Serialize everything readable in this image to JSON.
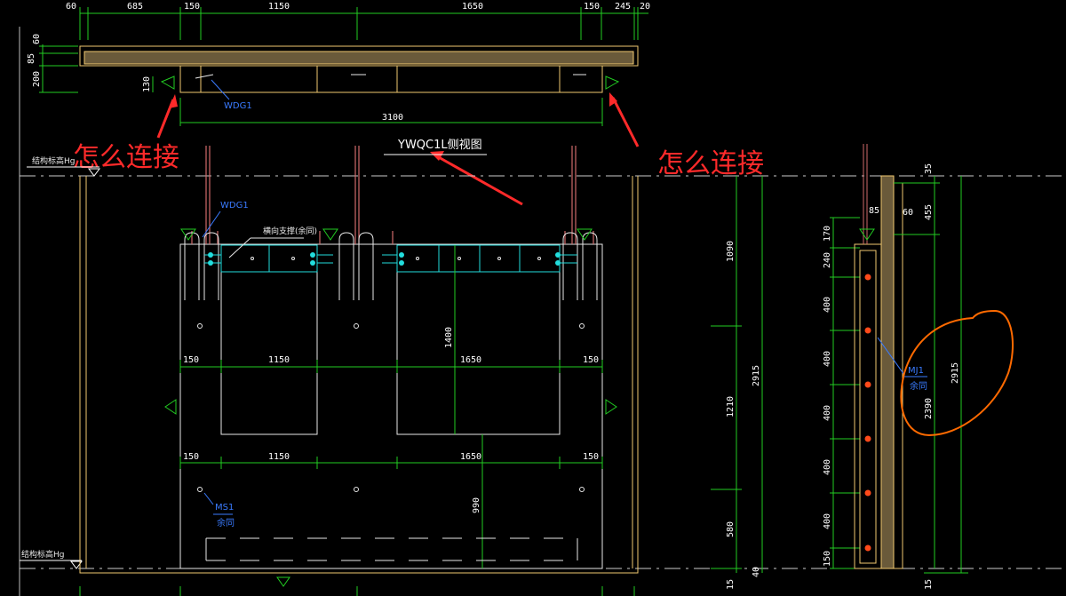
{
  "top_dims": [
    "60",
    "685",
    "150",
    "1150",
    "1650",
    "150",
    "245",
    "20"
  ],
  "left_dims_top": [
    "60",
    "85",
    "200"
  ],
  "small_dim_130": "130",
  "wdg1_top": "WDG1",
  "overall_width": "3100",
  "annotation_left": "怎么连接",
  "annotation_right": "怎么连接",
  "drawing_title": "YWQC1L侧视图",
  "level_top": "结构标高Hg",
  "level_bottom": "结构标高Hg",
  "wdg1_mid": "WDG1",
  "middle_beam_label": "横向支撑(余同)",
  "row1_dims": [
    "150",
    "1150",
    "1650",
    "150"
  ],
  "row2_dims": [
    "150",
    "1150",
    "1650",
    "150"
  ],
  "vertical_1400": "1400",
  "vertical_990": "990",
  "ms1_label": "MS1",
  "ms1_sub": "余同",
  "right_dims": [
    "1090",
    "1210",
    "580",
    "2915",
    "15",
    "40"
  ],
  "side_dims_left": [
    "170",
    "240",
    "400",
    "400",
    "400",
    "400",
    "400",
    "150"
  ],
  "side_dims_right": [
    "35",
    "455",
    "2390",
    "2915",
    "15"
  ],
  "side_top_dims": [
    "85",
    "60"
  ],
  "mj1_label": "MJ1",
  "mj1_sub": "余同",
  "colors": {
    "dim": "#22cc22",
    "outline": "#f0c870",
    "panel": "#e8e8e8",
    "cyan": "#22dddd",
    "red": "#ff2a2a",
    "blue": "#3a7bff",
    "orange": "#ff6a00"
  }
}
